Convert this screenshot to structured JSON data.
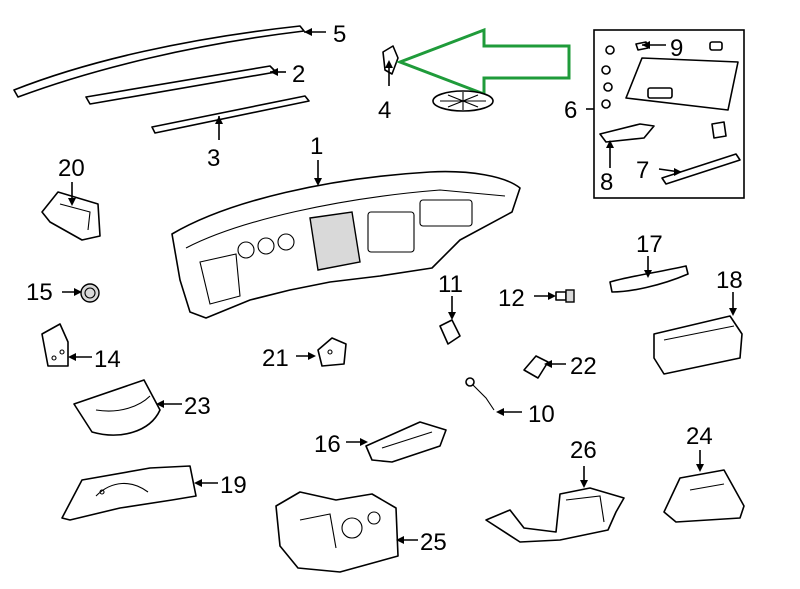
{
  "colors": {
    "line": "#000000",
    "background": "#ffffff",
    "highlight_arrow": "#1f9b3a"
  },
  "callouts": {
    "c1": "1",
    "c2": "2",
    "c3": "3",
    "c4": "4",
    "c5": "5",
    "c6": "6",
    "c7": "7",
    "c8": "8",
    "c9": "9",
    "c10": "10",
    "c11": "11",
    "c12": "12",
    "c14": "14",
    "c15": "15",
    "c16": "16",
    "c17": "17",
    "c18": "18",
    "c19": "19",
    "c20": "20",
    "c21": "21",
    "c22": "22",
    "c23": "23",
    "c24": "24",
    "c25": "25",
    "c26": "26"
  },
  "highlight": {
    "icon": "hollow-arrow-left-icon",
    "target_callout": "4"
  }
}
